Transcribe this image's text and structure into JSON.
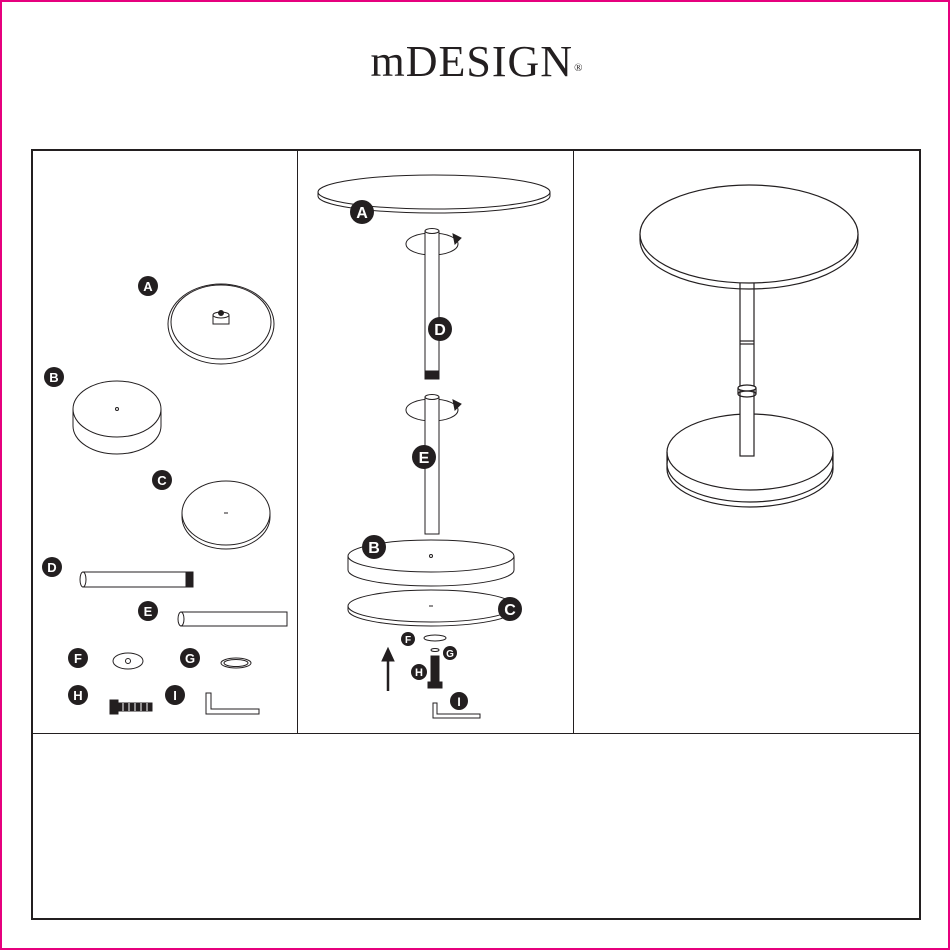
{
  "brand": {
    "name": "mDESIGN",
    "mark": "®"
  },
  "colors": {
    "border": "#e6007e",
    "ink": "#231f20"
  },
  "parts": [
    "A",
    "B",
    "C",
    "D",
    "E",
    "F",
    "G",
    "H",
    "I"
  ],
  "assembly_labels": [
    "A",
    "D",
    "E",
    "B",
    "C",
    "F",
    "G",
    "H",
    "I"
  ],
  "notes": {
    "text": ""
  }
}
